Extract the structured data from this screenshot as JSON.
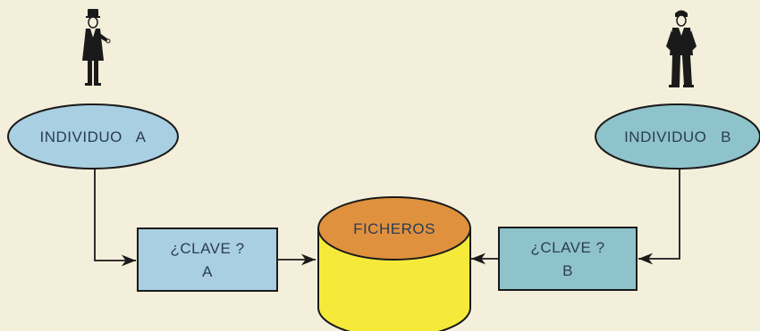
{
  "diagram": {
    "individual_a": {
      "label": "INDIVIDUO   A"
    },
    "individual_b": {
      "label": "INDIVIDUO   B"
    },
    "key_a": {
      "line1": "¿CLAVE ?",
      "line2": "A"
    },
    "key_b": {
      "line1": "¿CLAVE ?",
      "line2": "B"
    },
    "files": {
      "label": "FICHEROS"
    }
  },
  "colors": {
    "background": "#f3efda",
    "ellipse_a": "#a9cfe2",
    "ellipse_b": "#8fc3cb",
    "box_a": "#a9cfe2",
    "box_b": "#8fc3cb",
    "cylinder_body": "#f5ea3a",
    "cylinder_top": "#e0913e",
    "outline": "#1a1a1a",
    "text": "#2a3c56"
  },
  "icons": [
    "person-icon-a",
    "person-icon-b"
  ]
}
